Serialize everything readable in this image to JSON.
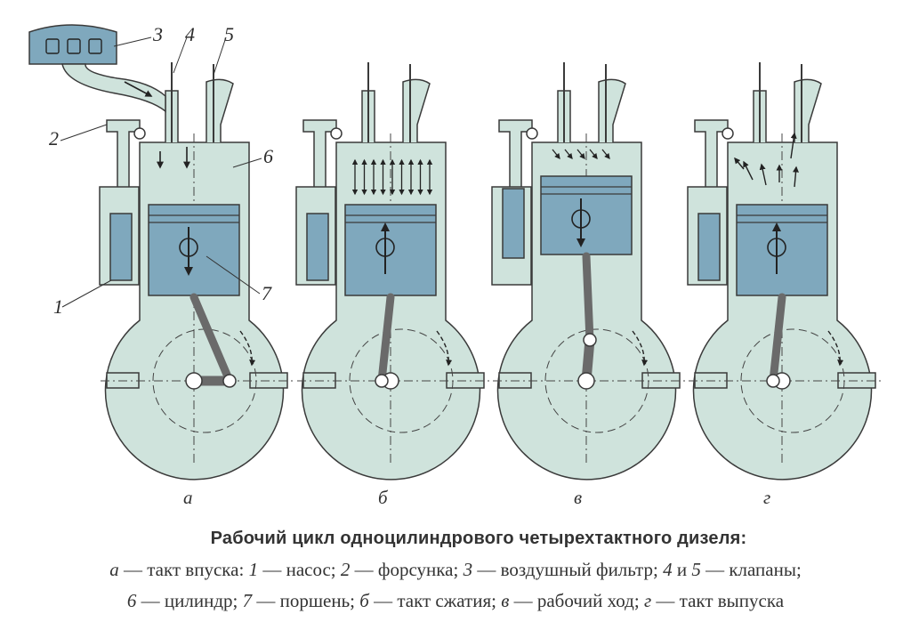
{
  "diagram": {
    "callouts": [
      "1",
      "2",
      "3",
      "4",
      "5",
      "6",
      "7"
    ],
    "panel_labels": [
      "а",
      "б",
      "в",
      "г"
    ]
  },
  "caption": {
    "title": "Рабочий цикл одноцилиндрового четырехтактного дизеля:",
    "line1": [
      {
        "t": "а",
        "i": true
      },
      {
        "t": " — такт впуска: ",
        "i": false
      },
      {
        "t": "1",
        "i": true
      },
      {
        "t": " — насос; ",
        "i": false
      },
      {
        "t": "2",
        "i": true
      },
      {
        "t": " — форсунка; ",
        "i": false
      },
      {
        "t": "3",
        "i": true
      },
      {
        "t": " — воздушный фильтр; ",
        "i": false
      },
      {
        "t": "4",
        "i": true
      },
      {
        "t": " и ",
        "i": false
      },
      {
        "t": "5",
        "i": true
      },
      {
        "t": " — клапаны;",
        "i": false
      }
    ],
    "line2": [
      {
        "t": "6",
        "i": true
      },
      {
        "t": " — цилиндр; ",
        "i": false
      },
      {
        "t": "7",
        "i": true
      },
      {
        "t": " — поршень; ",
        "i": false
      },
      {
        "t": "б",
        "i": true
      },
      {
        "t": " — такт сжатия; ",
        "i": false
      },
      {
        "t": "в",
        "i": true
      },
      {
        "t": " — рабочий ход; ",
        "i": false
      },
      {
        "t": "г",
        "i": true
      },
      {
        "t": " — такт выпуска",
        "i": false
      }
    ]
  },
  "colors": {
    "body": "#cfe3dc",
    "piston": "#7fa8bd",
    "outline": "#3a3a3a",
    "rod": "#6a6a6a",
    "filter": "#7fa8bd"
  }
}
